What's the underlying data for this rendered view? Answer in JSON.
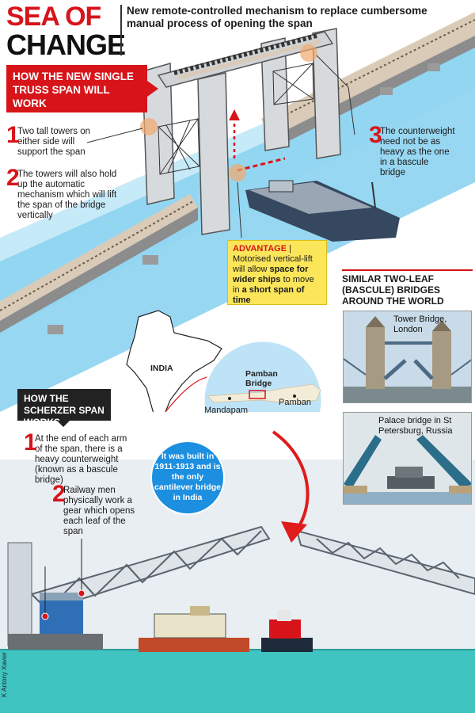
{
  "header": {
    "title_line1": "SEA OF",
    "title_line2": "CHANGE",
    "subtitle": "New remote-controlled mechanism  to replace cumbersome manual process of opening the span"
  },
  "new_span": {
    "banner": "HOW THE NEW SINGLE TRUSS SPAN WILL WORK",
    "points": [
      {
        "num": "1",
        "text": "Two tall towers on either side will support the span"
      },
      {
        "num": "2",
        "text": "The towers will also hold up the automatic mechanism which will lift the span of the bridge vertically"
      },
      {
        "num": "3",
        "text": "The counterweight need not be as heavy as the one in a bascule bridge"
      }
    ]
  },
  "advantage": {
    "head": "ADVANTAGE",
    "sep": " |",
    "text_a": "Motorised vertical-lift will allow ",
    "text_b": "space for wider ships",
    "text_c": " to move in ",
    "text_d": "a short span of time"
  },
  "similar": {
    "heading": "SIMILAR TWO-LEAF (BASCULE) BRIDGES AROUND THE WORLD",
    "photos": [
      {
        "caption": "Tower Bridge, London"
      },
      {
        "caption": "Palace bridge in St Petersburg, Russia"
      }
    ]
  },
  "map": {
    "country_label": "INDIA",
    "bridge_label": "Pamban Bridge",
    "mandapam": "Mandapam",
    "pamban": "Pamban"
  },
  "scherzer": {
    "banner": "HOW THE SCHERZER SPAN WORKS",
    "points": [
      {
        "num": "1",
        "text": "At the end of each arm of the span, there is a heavy counterweight (known as a bascule bridge)"
      },
      {
        "num": "2",
        "text": "Railway men physically work a gear which opens each leaf of the span"
      }
    ]
  },
  "fact_circle": "It was built in 1911-1913 and is the only cantilever bridge in India",
  "credit": "K Antony Xavier",
  "colors": {
    "accent_red": "#d7141a",
    "sea": "#3fc4c2",
    "advantage_yellow": "#fbe65a",
    "circle_blue": "#1c8fe0"
  }
}
